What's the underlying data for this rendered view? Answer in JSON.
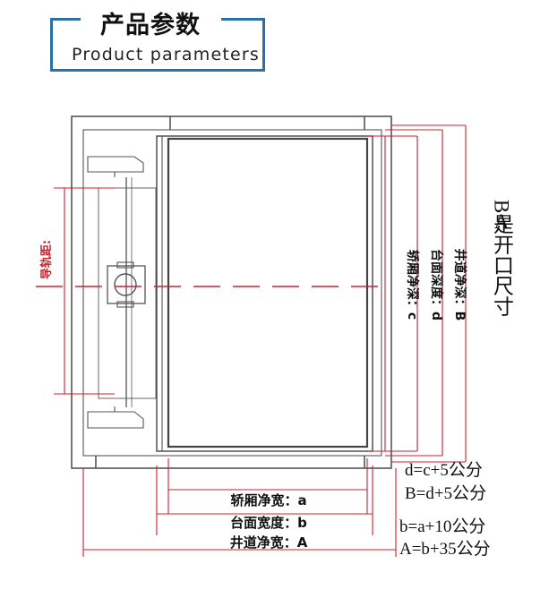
{
  "header": {
    "title": "产品参数",
    "subtitle": "Product parameters"
  },
  "diagram": {
    "rail_label": "导轨距:",
    "vertical_labels": {
      "cabin_depth": "轿厢净深：c",
      "platform_depth": "台面深度：d",
      "shaft_depth": "井道净深：B"
    },
    "side_note": {
      "line1": "A",
      "line2": "B是开口尺寸"
    },
    "horizontal_labels": {
      "cabin_width": "轿厢净宽：a",
      "platform_width": "台面宽度：b",
      "shaft_width": "井道净宽：A"
    },
    "formulas": {
      "depth_1": "d=c+5公分",
      "depth_2": "B=d+5公分",
      "width_1": "b=a+10公分",
      "width_2": "A=b+35公分"
    }
  },
  "colors": {
    "accent": "#2c6fa6",
    "dimension_red": "#c8202c",
    "line_gray": "#555555"
  }
}
